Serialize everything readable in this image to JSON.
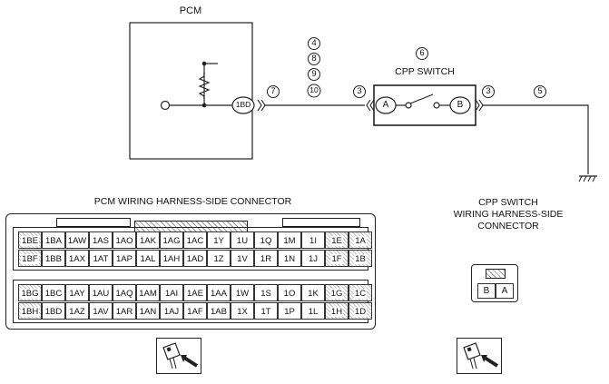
{
  "pcm": {
    "title": "PCM",
    "terminal": "1BD"
  },
  "circled_numbers": {
    "stack": [
      "4",
      "8",
      "9",
      "10"
    ],
    "wire_pcm": "7",
    "cpp_top": "6",
    "wire_left_a": "3",
    "wire_right_b": "3",
    "wire_far": "5"
  },
  "cpp_switch": {
    "title": "CPP SWITCH",
    "terminal_a": "A",
    "terminal_b": "B"
  },
  "pcm_connector": {
    "title": "PCM WIRING HARNESS-SIDE CONNECTOR",
    "upper_rows": [
      [
        "1BE",
        "1BA",
        "1AW",
        "1AS",
        "1AO",
        "1AK",
        "1AG",
        "1AC",
        "1Y",
        "1U",
        "1Q",
        "1M",
        "1I",
        "1E",
        "1A"
      ],
      [
        "1BF",
        "1BB",
        "1AX",
        "1AT",
        "1AP",
        "1AL",
        "1AH",
        "1AD",
        "1Z",
        "1V",
        "1R",
        "1N",
        "1J",
        "1F",
        "1B"
      ]
    ],
    "lower_rows": [
      [
        "1BG",
        "1BC",
        "1AY",
        "1AU",
        "1AQ",
        "1AM",
        "1AI",
        "1AE",
        "1AA",
        "1W",
        "1S",
        "1O",
        "1K",
        "1G",
        "1C"
      ],
      [
        "1BH",
        "1BD",
        "1AZ",
        "1AV",
        "1AR",
        "1AN",
        "1AJ",
        "1AF",
        "1AB",
        "1X",
        "1T",
        "1P",
        "1L",
        "1H",
        "1D"
      ]
    ]
  },
  "cpp_connector": {
    "title_lines": [
      "CPP SWITCH",
      "WIRING HARNESS-SIDE",
      "CONNECTOR"
    ],
    "pins": [
      "B",
      "A"
    ]
  }
}
